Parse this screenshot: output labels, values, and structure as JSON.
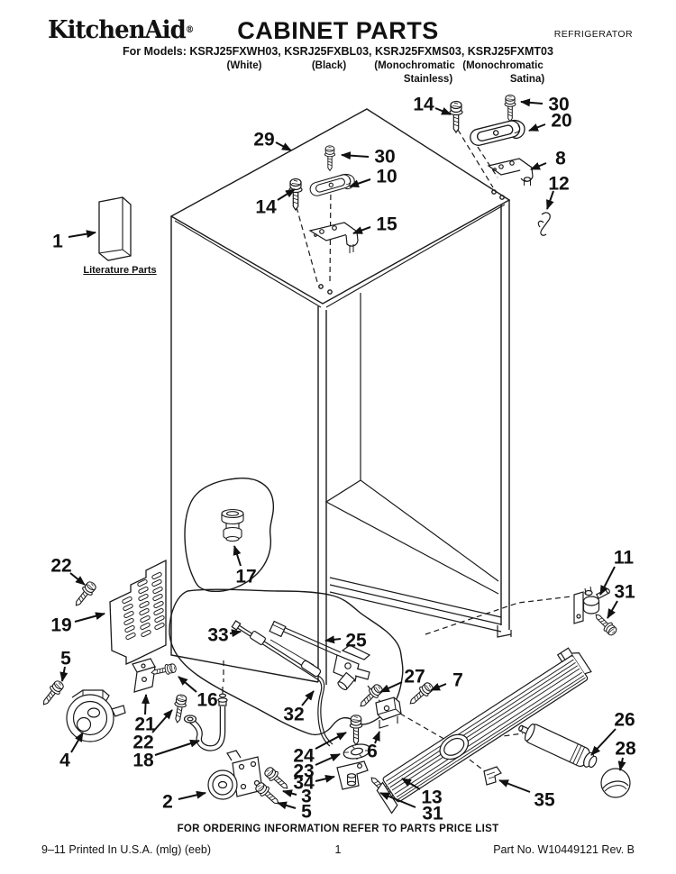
{
  "header": {
    "brand": "KitchenAid",
    "reg": "®",
    "title": "CABINET PARTS",
    "doc_type": "REFRIGERATOR",
    "models_line": "For Models: KSRJ25FXWH03, KSRJ25FXBL03, KSRJ25FXMS03, KSRJ25FXMT03",
    "finishes": [
      {
        "lines": [
          "(White)"
        ]
      },
      {
        "lines": [
          "(Black)"
        ]
      },
      {
        "lines": [
          "(Monochromatic",
          "Stainless)"
        ]
      },
      {
        "lines": [
          "(Monochromatic",
          "Satina)"
        ]
      }
    ]
  },
  "diagram": {
    "literature_label": "Literature Parts",
    "callouts": [
      {
        "n": "1",
        "t": [
          64,
          268
        ],
        "a": [
          76,
          263,
          106,
          258
        ]
      },
      {
        "n": "29",
        "t": [
          293,
          155
        ],
        "a": [
          306,
          158,
          323,
          167
        ]
      },
      {
        "n": "30",
        "t": [
          427,
          174
        ],
        "a": [
          409,
          174,
          379,
          172
        ]
      },
      {
        "n": "10",
        "t": [
          429,
          196
        ],
        "a": [
          411,
          199,
          388,
          207
        ]
      },
      {
        "n": "14",
        "t": [
          295,
          230
        ],
        "a": [
          308,
          222,
          327,
          210
        ]
      },
      {
        "n": "15",
        "t": [
          429,
          249
        ],
        "a": [
          411,
          252,
          392,
          259
        ]
      },
      {
        "n": "14",
        "t": [
          470,
          116
        ],
        "a": [
          483,
          120,
          500,
          127
        ]
      },
      {
        "n": "30",
        "t": [
          620,
          116
        ],
        "a": [
          602,
          115,
          578,
          113
        ]
      },
      {
        "n": "20",
        "t": [
          623,
          134
        ],
        "a": [
          605,
          138,
          587,
          145
        ]
      },
      {
        "n": "8",
        "t": [
          622,
          176
        ],
        "a": [
          606,
          181,
          589,
          188
        ]
      },
      {
        "n": "12",
        "t": [
          620,
          204
        ],
        "a": [
          614,
          212,
          607,
          232
        ]
      },
      {
        "n": "17",
        "t": [
          273,
          640
        ],
        "a": [
          267,
          628,
          260,
          606
        ]
      },
      {
        "n": "22",
        "t": [
          68,
          628
        ],
        "a": [
          78,
          636,
          94,
          649
        ]
      },
      {
        "n": "19",
        "t": [
          68,
          694
        ],
        "a": [
          83,
          690,
          116,
          681
        ]
      },
      {
        "n": "5",
        "t": [
          73,
          731
        ],
        "a": [
          72,
          740,
          69,
          756
        ]
      },
      {
        "n": "4",
        "t": [
          72,
          844
        ],
        "a": [
          79,
          835,
          92,
          813
        ]
      },
      {
        "n": "33",
        "t": [
          242,
          705
        ],
        "a": [
          255,
          703,
          267,
          701
        ]
      },
      {
        "n": "25",
        "t": [
          395,
          711
        ],
        "a": [
          378,
          709,
          361,
          711
        ]
      },
      {
        "n": "16",
        "t": [
          230,
          777
        ],
        "a": [
          218,
          768,
          198,
          751
        ]
      },
      {
        "n": "21",
        "t": [
          161,
          804
        ],
        "a": [
          161,
          793,
          162,
          771
        ]
      },
      {
        "n": "22",
        "t": [
          159,
          824
        ],
        "a": [
          169,
          813,
          191,
          788
        ]
      },
      {
        "n": "18",
        "t": [
          159,
          844
        ],
        "a": [
          172,
          838,
          221,
          822
        ]
      },
      {
        "n": "2",
        "t": [
          186,
          890
        ],
        "a": [
          198,
          887,
          228,
          880
        ]
      },
      {
        "n": "32",
        "t": [
          326,
          793
        ],
        "a": [
          335,
          783,
          348,
          767
        ]
      },
      {
        "n": "24",
        "t": [
          337,
          839
        ],
        "a": [
          350,
          831,
          384,
          813
        ]
      },
      {
        "n": "23",
        "t": [
          337,
          856
        ],
        "a": [
          350,
          849,
          377,
          837
        ]
      },
      {
        "n": "34",
        "t": [
          337,
          869
        ],
        "a": [
          350,
          867,
          371,
          862
        ]
      },
      {
        "n": "3",
        "t": [
          340,
          884
        ],
        "a": [
          329,
          882,
          314,
          878
        ]
      },
      {
        "n": "5",
        "t": [
          340,
          901
        ],
        "a": [
          328,
          897,
          308,
          891
        ]
      },
      {
        "n": "6",
        "t": [
          413,
          834
        ],
        "a": [
          416,
          825,
          421,
          812
        ]
      },
      {
        "n": "27",
        "t": [
          460,
          751
        ],
        "a": [
          446,
          757,
          422,
          768
        ]
      },
      {
        "n": "7",
        "t": [
          508,
          755
        ],
        "a": [
          495,
          759,
          478,
          766
        ]
      },
      {
        "n": "13",
        "t": [
          479,
          885
        ],
        "a": [
          466,
          876,
          446,
          864
        ]
      },
      {
        "n": "31",
        "t": [
          480,
          903
        ],
        "a": [
          461,
          896,
          422,
          880
        ]
      },
      {
        "n": "35",
        "t": [
          604,
          888
        ],
        "a": [
          588,
          879,
          554,
          866
        ]
      },
      {
        "n": "26",
        "t": [
          693,
          799
        ],
        "a": [
          683,
          809,
          656,
          838
        ]
      },
      {
        "n": "28",
        "t": [
          694,
          831
        ],
        "a": [
          691,
          841,
          688,
          855
        ]
      },
      {
        "n": "11",
        "t": [
          692,
          619
        ],
        "a": [
          682,
          629,
          666,
          660
        ]
      },
      {
        "n": "31",
        "t": [
          693,
          657
        ],
        "a": [
          685,
          667,
          674,
          686
        ]
      }
    ]
  },
  "footer": {
    "ordering_note": "FOR ORDERING INFORMATION REFER TO PARTS PRICE LIST",
    "printed": "9–11 Printed In U.S.A. (mlg) (eeb)",
    "page_number": "1",
    "part_no": "Part No. W10449121 Rev. B"
  }
}
